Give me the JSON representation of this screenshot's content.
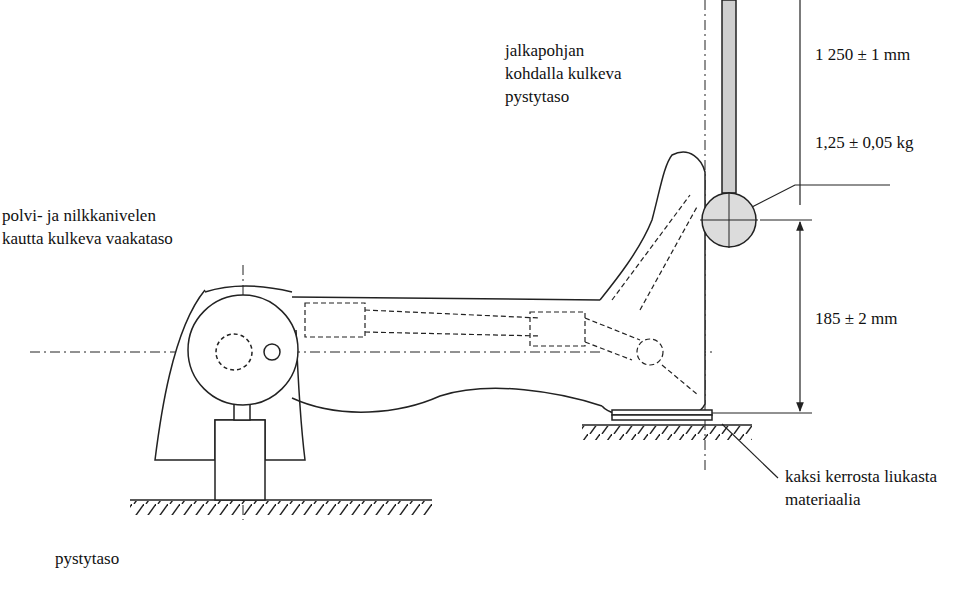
{
  "diagram": {
    "labels": [
      "jalkapohjan kohdalla kulkeva pystytaso",
      "1 250 ± 1 mm",
      "1,25 ± 0,05 kg",
      "polvi- ja nilkkanivelen kautta kulkeva vaakataso",
      "185 ± 2 mm",
      "kaksi kerrosta liukasta materiaalia",
      "pystytaso"
    ]
  }
}
